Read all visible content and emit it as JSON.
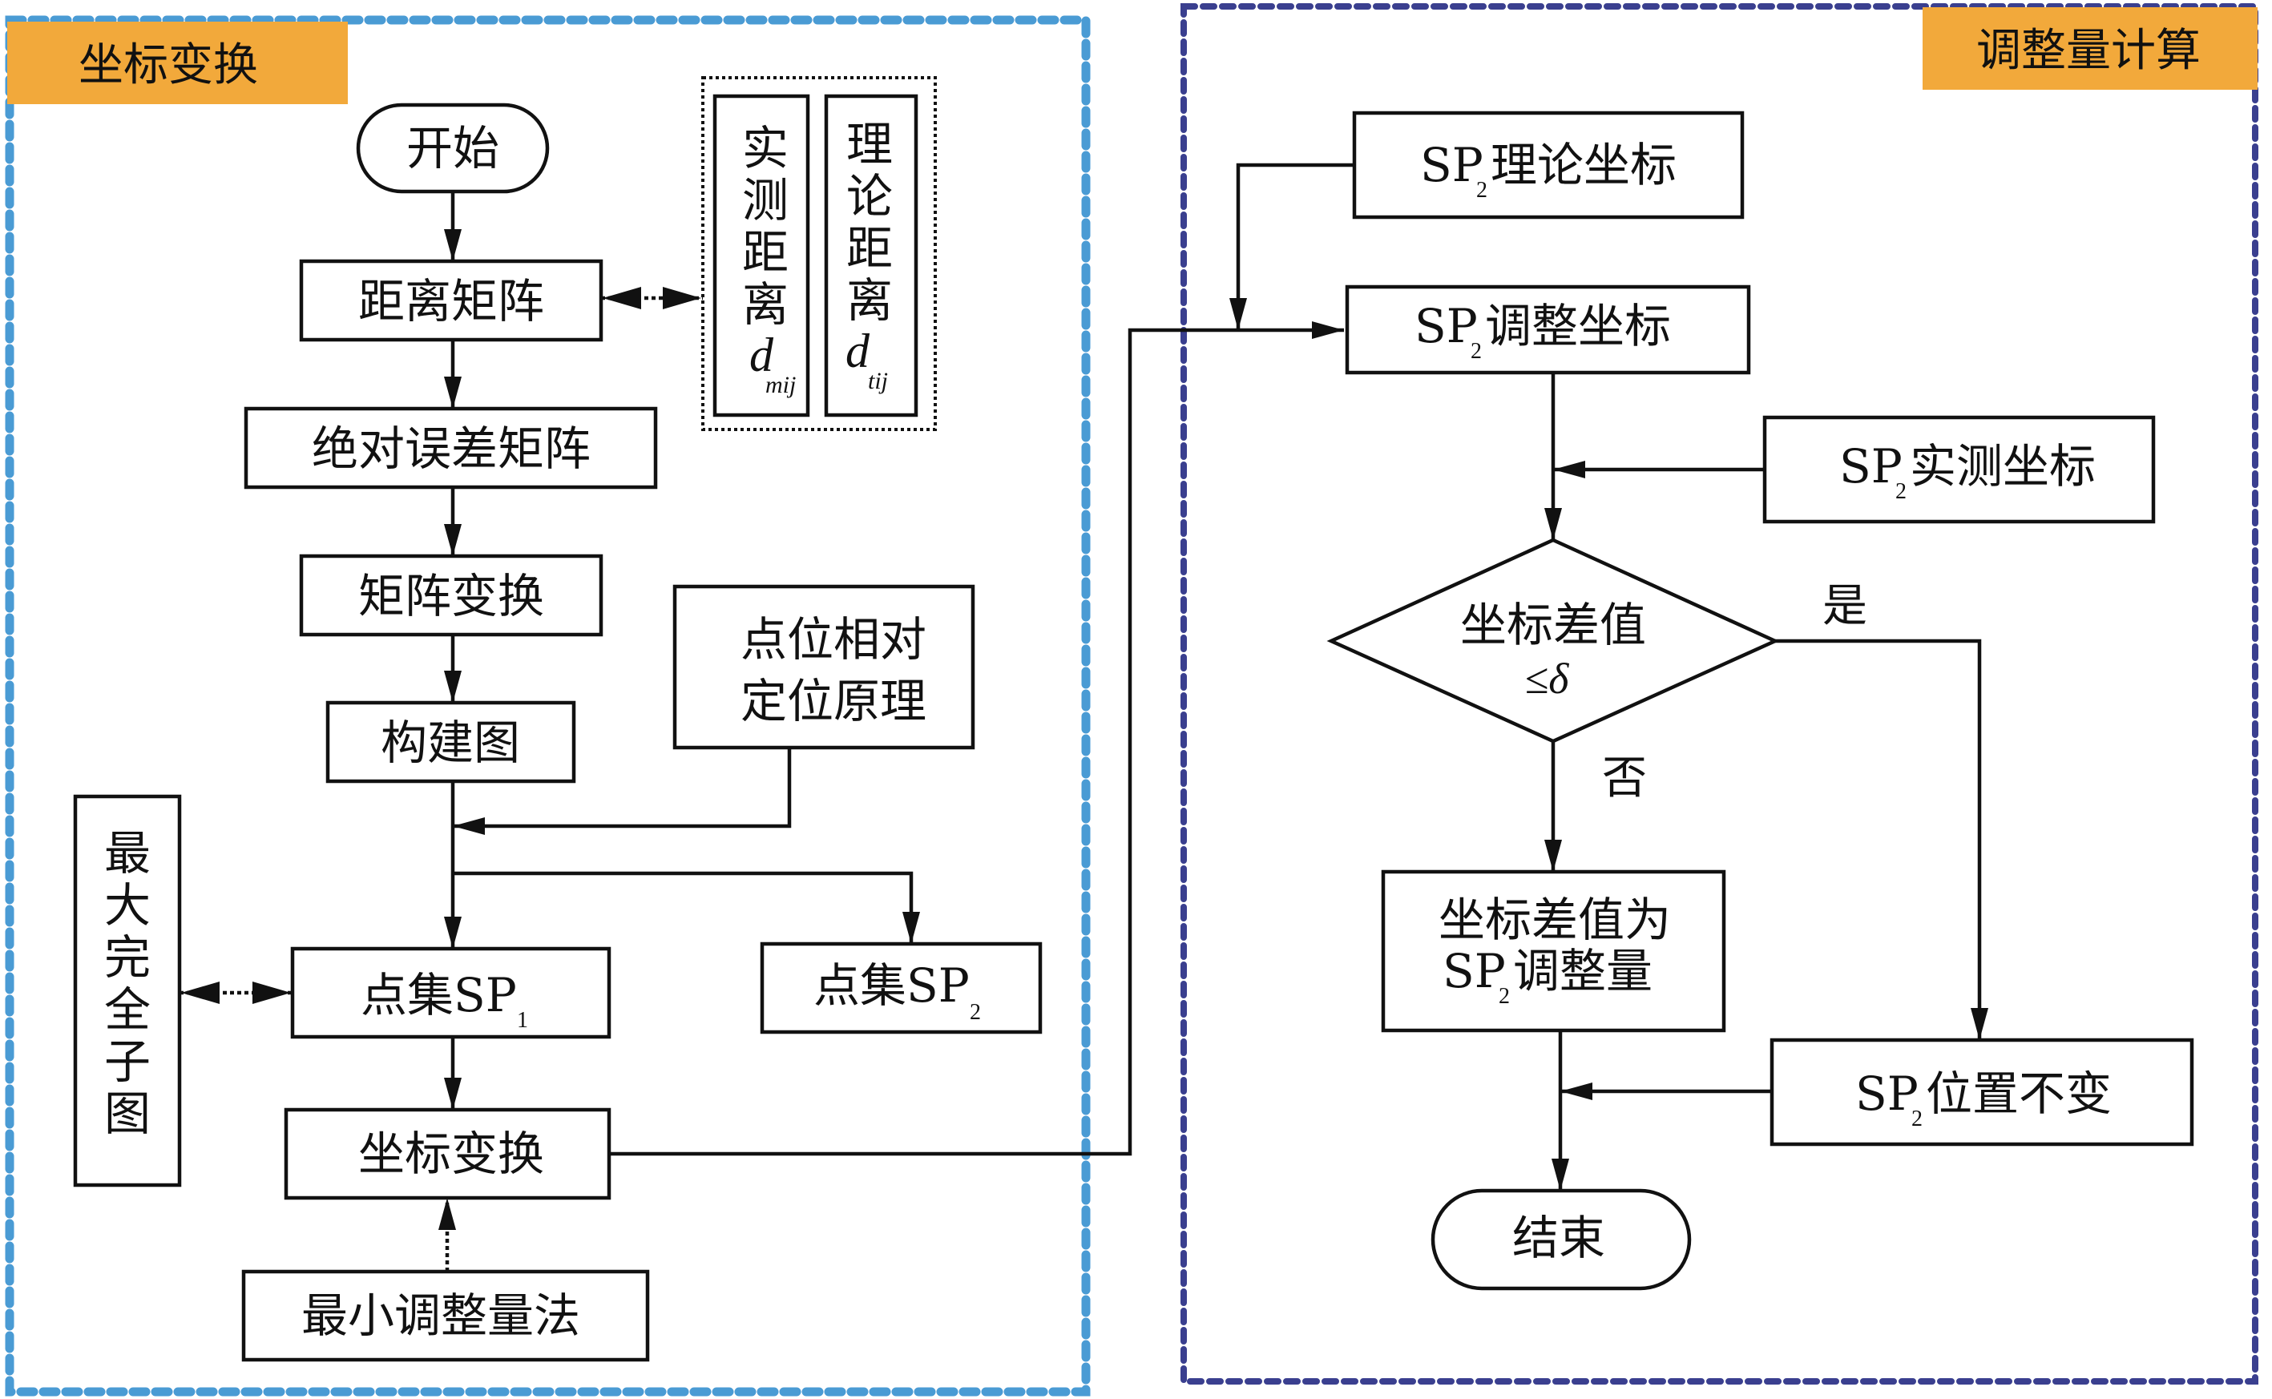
{
  "sections": {
    "left_title": "坐标变换",
    "right_title": "调整量计算"
  },
  "colors": {
    "left_border": "#4a9bd4",
    "right_border": "#3a3f8f",
    "title_fill": "#f2a93b",
    "stroke": "#111111"
  },
  "left": {
    "start": "开始",
    "distance_matrix": "距离矩阵",
    "measured_distance": {
      "chars": [
        "实",
        "测",
        "距",
        "离"
      ],
      "symbol": "d",
      "subscript": "mij"
    },
    "theoretical_distance": {
      "chars": [
        "理",
        "论",
        "距",
        "离"
      ],
      "symbol": "d",
      "subscript": "tij"
    },
    "abs_error_matrix": "绝对误差矩阵",
    "matrix_transform": "矩阵变换",
    "build_graph": "构建图",
    "relative_positioning": [
      "点位相对",
      "定位原理"
    ],
    "max_clique": [
      "最",
      "大",
      "完",
      "全",
      "子",
      "图"
    ],
    "point_set_sp1": {
      "text": "点集SP",
      "sub": "1"
    },
    "point_set_sp2": {
      "text": "点集SP",
      "sub": "2"
    },
    "coord_transform": "坐标变换",
    "min_adjustment": "最小调整量法"
  },
  "right": {
    "sp2_theoretical": {
      "pre": "SP",
      "sub": "2",
      "text": "理论坐标"
    },
    "sp2_adjusted": {
      "pre": "SP",
      "sub": "2",
      "text": "调整坐标"
    },
    "sp2_measured": {
      "pre": "SP",
      "sub": "2",
      "text": "实测坐标"
    },
    "decision": {
      "line1": "坐标差值",
      "line2": "≤δ"
    },
    "yes": "是",
    "no": "否",
    "diff_as_adjust": {
      "line1": "坐标差值为",
      "pre": "SP",
      "sub": "2",
      "text": "调整量"
    },
    "sp2_unchanged": {
      "pre": "SP",
      "sub": "2",
      "text": "位置不变"
    },
    "end": "结束"
  }
}
